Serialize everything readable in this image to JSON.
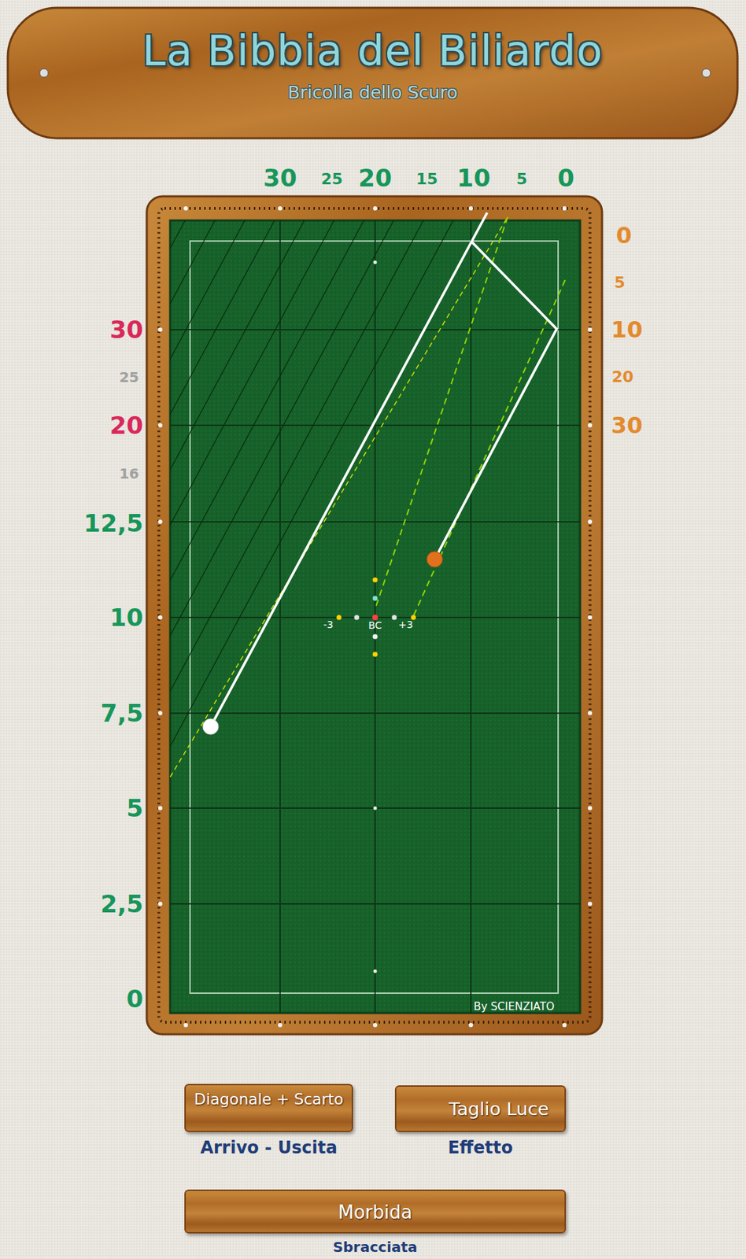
{
  "diagram": {
    "nodes": [
      {
        "text": [
          "La Bibbia del Biliardo",
          "Bricolla dello Scuro"
        ]
      },
      {
        "text": [
          "Diagonale + Scarto",
          "Arrivo - Uscita"
        ]
      },
      {
        "text": [
          "Taglio Luce",
          "Effetto"
        ]
      },
      {
        "text": [
          "Morbida",
          "Sbracciata"
        ]
      }
    ],
    "labels": [
      "30",
      "25",
      "20",
      "15",
      "10",
      "5",
      "0",
      "0",
      "5",
      "10",
      "20",
      "30",
      "30",
      "25",
      "20",
      "16",
      "12,5",
      "10",
      "7,5",
      "5",
      "2,5",
      "0",
      "-3",
      "BC",
      "+3",
      "By SCIENZIATO"
    ]
  }
}
